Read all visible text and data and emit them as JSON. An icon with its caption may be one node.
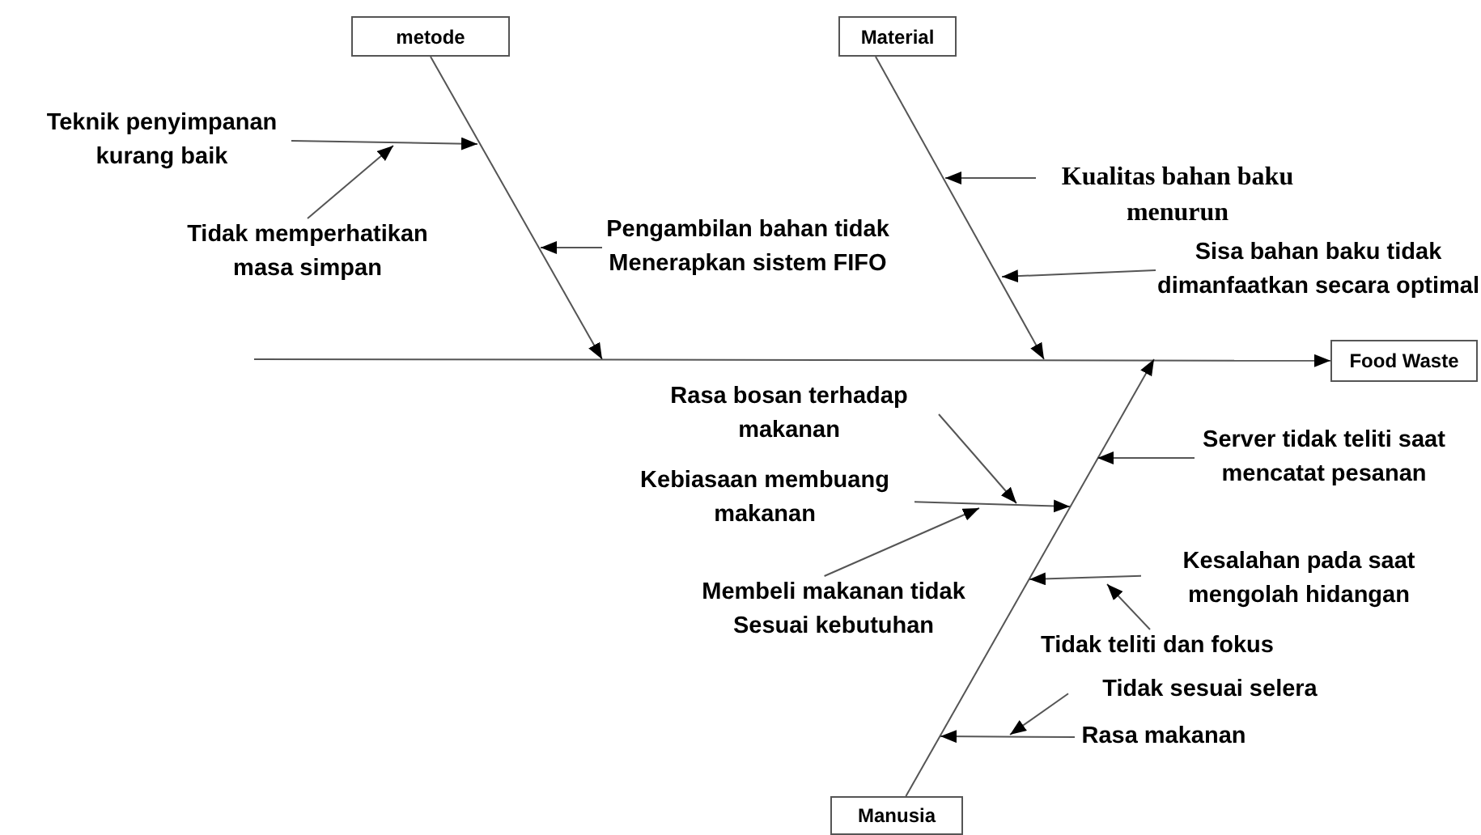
{
  "diagram": {
    "nodes": [
      {
        "text": [
          "metode"
        ]
      },
      {
        "text": [
          "Material"
        ]
      },
      {
        "text": [
          "Teknik penyimpanan kurang baik"
        ]
      },
      {
        "text": [
          "Tidak memperhatikan masa simpan"
        ]
      },
      {
        "text": [
          "Pengambilan bahan tidak Menerapkan sistem FIFO"
        ]
      },
      {
        "text": [
          "Kualitas bahan baku menurun"
        ]
      },
      {
        "text": [
          "Sisa bahan baku tidak dimanfaatkan secara optimal"
        ]
      },
      {
        "text": [
          "Food Waste"
        ]
      },
      {
        "text": [
          "Rasa bosan terhadap makanan"
        ]
      },
      {
        "text": [
          "Server tidak teliti saat mencatat pesanan"
        ]
      },
      {
        "text": [
          "Kebiasaan membuang makanan"
        ]
      },
      {
        "text": [
          "Kesalahan pada saat mengolah hidangan"
        ]
      },
      {
        "text": [
          "Membeli makanan tidak Sesuai kebutuhan"
        ]
      },
      {
        "text": [
          "Tidak teliti dan fokus"
        ]
      },
      {
        "text": [
          "Tidak sesuai selera"
        ]
      },
      {
        "text": [
          "Rasa makanan"
        ]
      },
      {
        "text": [
          "Manusia"
        ]
      }
    ],
    "edges": [
      {
        "from": null,
        "to": 7,
        "arrow": "to"
      },
      {
        "from": 0,
        "to": null,
        "arrow": "to"
      },
      {
        "from": 1,
        "to": null,
        "arrow": "to"
      },
      {
        "from": 16,
        "to": null,
        "arrow": "to"
      },
      {
        "from": 2,
        "to": null,
        "arrow": "to"
      },
      {
        "from": 3,
        "to": null,
        "arrow": "to"
      },
      {
        "from": 4,
        "to": null,
        "arrow": "to"
      },
      {
        "from": 5,
        "to": null,
        "arrow": "to"
      },
      {
        "from": 6,
        "to": null,
        "arrow": "to"
      },
      {
        "from": 10,
        "to": null,
        "arrow": "to"
      },
      {
        "from": 8,
        "to": null,
        "arrow": "to"
      },
      {
        "from": 12,
        "to": null,
        "arrow": "to"
      },
      {
        "from": 9,
        "to": null,
        "arrow": "to"
      },
      {
        "from": 11,
        "to": null,
        "arrow": "to"
      },
      {
        "from": 13,
        "to": null,
        "arrow": "to"
      },
      {
        "from": 15,
        "to": null,
        "arrow": "to"
      },
      {
        "from": 14,
        "to": null,
        "arrow": "to"
      }
    ]
  }
}
